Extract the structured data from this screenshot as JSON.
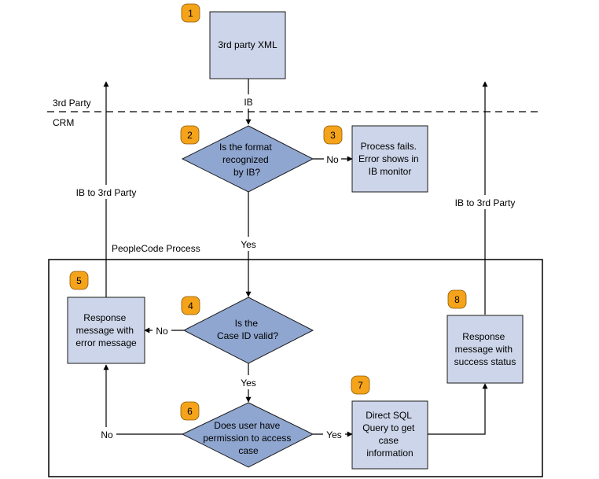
{
  "colors": {
    "box_fill": "#ccd5e9",
    "box_stroke": "#1a1a1a",
    "diamond_fill": "#8fa6d0",
    "badge_fill": "#f5a31b",
    "line": "#000000"
  },
  "lanes": {
    "upper": "3rd Party",
    "lower": "CRM",
    "process_box": "PeopleCode Process"
  },
  "steps": {
    "s1": {
      "badge": "1",
      "lines": [
        "3rd party XML"
      ]
    },
    "s2": {
      "badge": "2",
      "lines": [
        "Is the format",
        "recognized",
        "by IB?"
      ]
    },
    "s3": {
      "badge": "3",
      "lines": [
        "Process fails.",
        "Error shows in",
        "IB monitor"
      ]
    },
    "s4": {
      "badge": "4",
      "lines": [
        "Is the",
        "Case ID valid?"
      ]
    },
    "s5": {
      "badge": "5",
      "lines": [
        "Response",
        "message with",
        "error message"
      ]
    },
    "s6": {
      "badge": "6",
      "lines": [
        "Does user have",
        "permission to access",
        "case"
      ]
    },
    "s7": {
      "badge": "7",
      "lines": [
        "Direct SQL",
        "Query to get",
        "case",
        "information"
      ]
    },
    "s8": {
      "badge": "8",
      "lines": [
        "Response",
        "message with",
        "success status"
      ]
    }
  },
  "edge_labels": {
    "ib": "IB",
    "ib_left": "IB to 3rd Party",
    "ib_right": "IB to 3rd Party",
    "no_2": "No",
    "yes_2": "Yes",
    "no_4": "No",
    "yes_4": "Yes",
    "no_6": "No",
    "yes_6": "Yes"
  }
}
